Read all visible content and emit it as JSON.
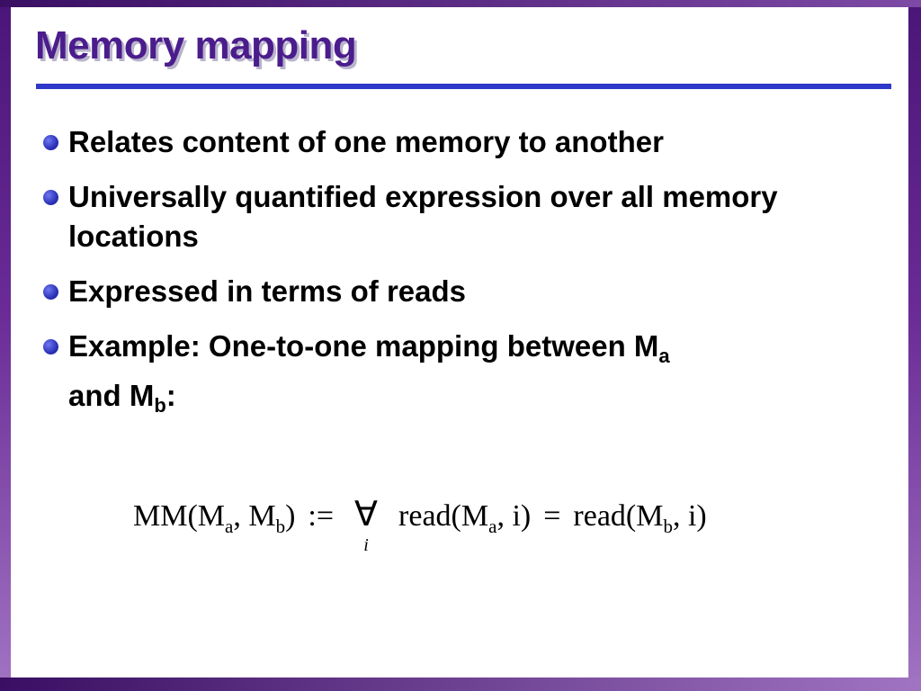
{
  "slide": {
    "title": "Memory mapping",
    "bullets": [
      {
        "text": "Relates content of one memory to another"
      },
      {
        "text": "Universally quantified expression over all memory locations"
      },
      {
        "text": "Expressed in terms of reads"
      },
      {
        "pre": "Example: One-to-one mapping between M",
        "sub1": "a",
        "mid": " and M",
        "sub2": "b",
        "post": ":"
      }
    ],
    "formula": {
      "lhs_open": "MM(M",
      "sub_a": "a",
      "lhs_mid": ", M",
      "sub_b": "b",
      "lhs_close": ")",
      "assign": ":=",
      "quantifier": "∀",
      "index": "i",
      "read_a_open": "read(M",
      "read_a_sub": "a",
      "read_a_close": ", i)",
      "equals": "=",
      "read_b_open": "read(M",
      "read_b_sub": "b",
      "read_b_close": ", i)"
    }
  },
  "colors": {
    "title": "#4b1d8c",
    "rule": "#2f39c9",
    "bullet_dot": "#2c32b8",
    "frame": "#6a2b96"
  }
}
